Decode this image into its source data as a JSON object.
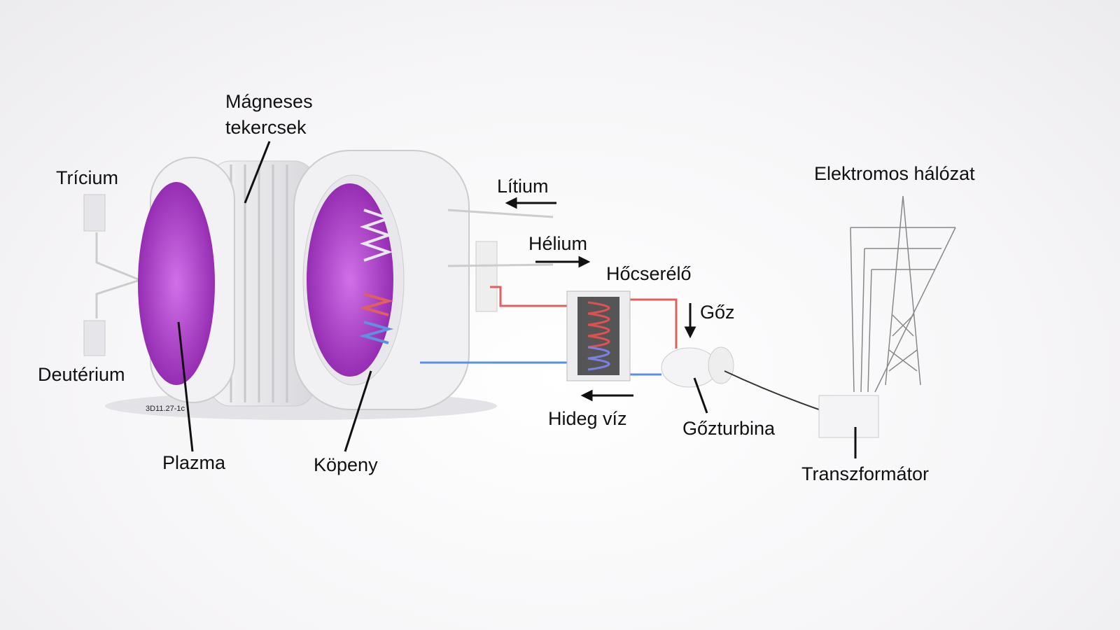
{
  "labels": {
    "magnetic_coils_line1": "Mágneses",
    "magnetic_coils_line2": "tekercsek",
    "tritium": "Trícium",
    "deuterium": "Deutérium",
    "plasma": "Plazma",
    "blanket": "Köpeny",
    "lithium": "Lítium",
    "helium": "Hélium",
    "heat_exchanger": "Hőcserélő",
    "steam": "Gőz",
    "cold_water": "Hideg víz",
    "steam_turbine": "Gőzturbina",
    "grid": "Elektromos hálózat",
    "transformer": "Transzformátor"
  },
  "figure_code": "3D11.27-1c",
  "colors": {
    "plasma": "#b040d0",
    "hot": "#e05050",
    "cold": "#5a90e0"
  }
}
